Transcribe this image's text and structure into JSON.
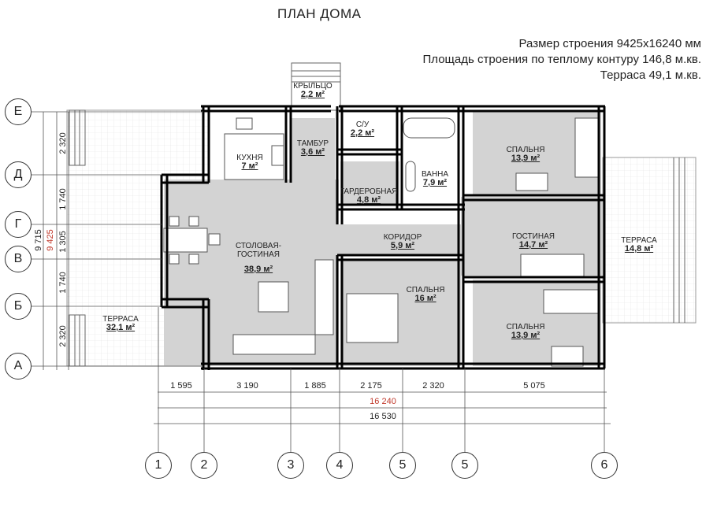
{
  "title": "ПЛАН ДОМА",
  "info": {
    "size": "Размер строения 9425x16240 мм",
    "area": "Площадь строения по теплому контуру   146,8 м.кв.",
    "terrace": "Терраса 49,1 м.кв."
  },
  "rooms": [
    {
      "name": "КРЫЛЬЦО",
      "area": "2,2 м²"
    },
    {
      "name": "КУХНЯ",
      "area": "7 м²"
    },
    {
      "name": "ТАМБУР",
      "area": "3,6 м²"
    },
    {
      "name": "С/У",
      "area": "2,2 м²"
    },
    {
      "name": "ВАННА",
      "area": "7,9 м²"
    },
    {
      "name": "ГАРДЕРОБНАЯ",
      "area": "4,8 м²"
    },
    {
      "name": "СПАЛЬНЯ",
      "area": "13,9 м²"
    },
    {
      "name": "СТОЛОВАЯ-\nГОСТИНАЯ",
      "area": "38,9 м²"
    },
    {
      "name": "КОРИДОР",
      "area": "5,9 м²"
    },
    {
      "name": "ГОСТИНАЯ",
      "area": "14,7 м²"
    },
    {
      "name": "ТЕРРАСА",
      "area": "14,8 м²"
    },
    {
      "name": "СПАЛЬНЯ",
      "area": "16 м²"
    },
    {
      "name": "СПАЛЬНЯ",
      "area": "13,9 м²"
    },
    {
      "name": "ТЕРРАСА",
      "area": "32,1 м²"
    }
  ],
  "row_axes": [
    "Е",
    "Д",
    "Г",
    "В",
    "Б",
    "А"
  ],
  "col_axes": [
    "1",
    "2",
    "3",
    "4",
    "5",
    "5",
    "6"
  ],
  "dims_vertical": {
    "segments": [
      "2 320",
      "1 740",
      "1 305",
      "1 740",
      "2 320"
    ],
    "inner_total": "9 425",
    "outer_total": "9 715"
  },
  "dims_horizontal": {
    "segments": [
      "1 595",
      "3 190",
      "1 885",
      "2 175",
      "2 320",
      "5 075"
    ],
    "inner_total": "16 240",
    "outer_total": "16 530"
  },
  "colors": {
    "room_fill": "#d3d3d3",
    "terrace_fill": "#f4f4f4",
    "wall": "#000000",
    "accent_red": "#c0392b"
  }
}
